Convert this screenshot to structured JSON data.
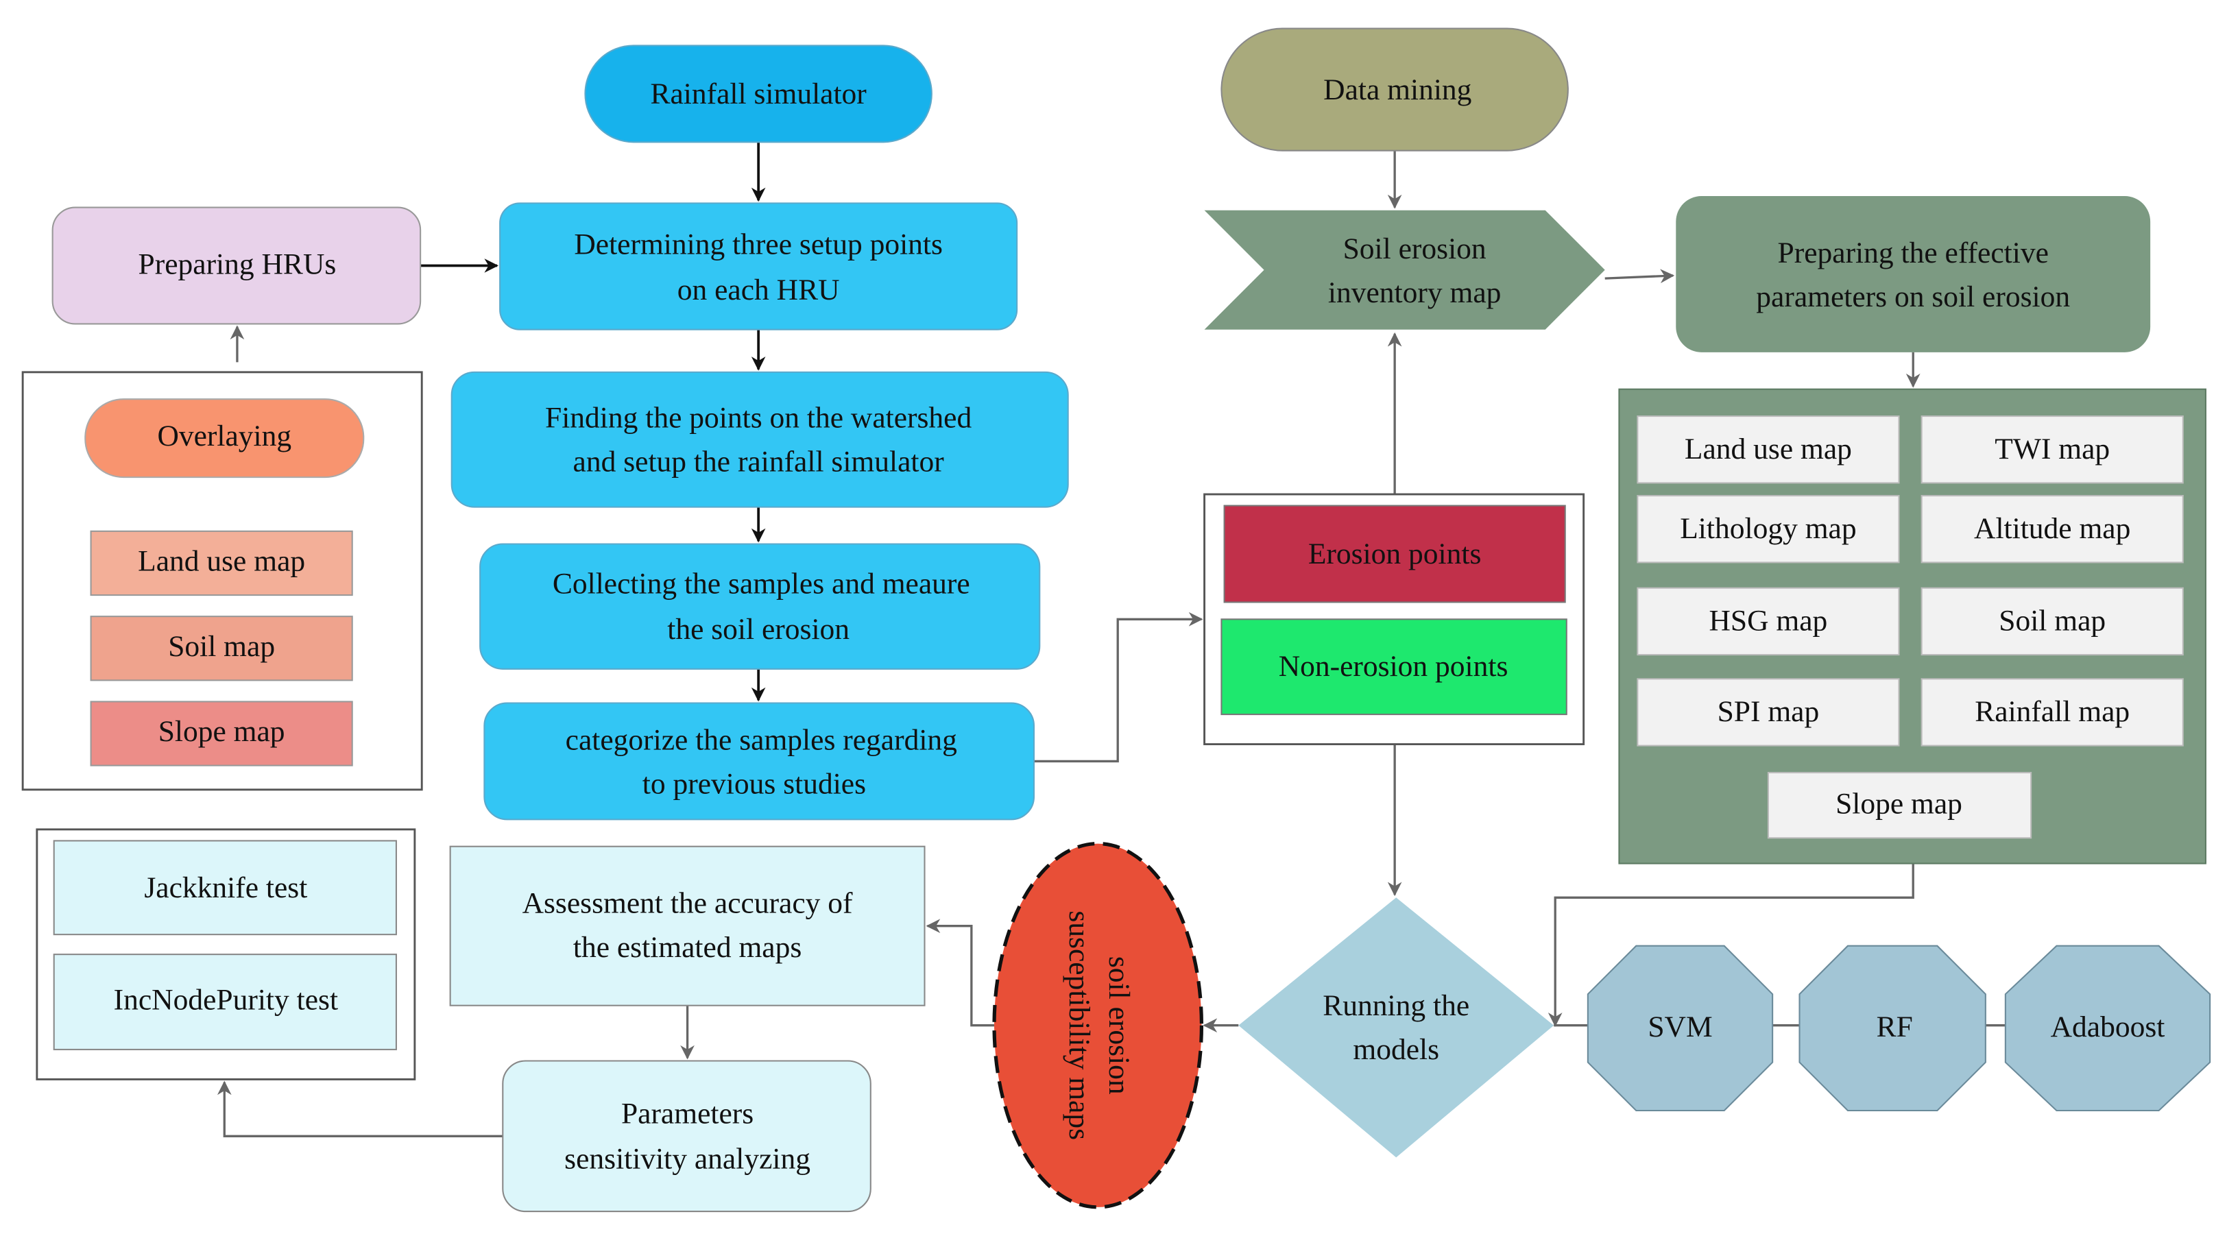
{
  "colors": {
    "rainfall": "#17b2ec",
    "blue_step": "#33c6f4",
    "hru": "#e8d2ea",
    "overlay": "#f8946f",
    "land": "#f3af98",
    "soil": "#efa38d",
    "slope": "#ec8d88",
    "datamining": "#a9aa7c",
    "greengray": "#7c9a82",
    "param_box": "#f2f2f2",
    "erosion": "#c1304a",
    "nonerosion": "#1ee86e",
    "diamond": "#a9d0dd",
    "octagon": "#a2c5d5",
    "ellipse": "#e84f37",
    "lightcyan": "#dcf6fa"
  },
  "nodes": {
    "rainfall_simulator": "Rainfall simulator",
    "determining": [
      "Determining three setup points",
      "on each HRU"
    ],
    "preparing_hrus": "Preparing HRUs",
    "overlaying": "Overlaying",
    "land_use_map": "Land use map",
    "soil_map": "Soil map",
    "slope_map": "Slope map",
    "finding": [
      "Finding the points on the watershed",
      "and setup the rainfall simulator"
    ],
    "collecting": [
      "Collecting the samples and meaure",
      "the soil erosion"
    ],
    "categorize": [
      "categorize the samples regarding",
      "to previous studies"
    ],
    "data_mining": "Data mining",
    "inventory": [
      "Soil erosion",
      "inventory map"
    ],
    "preparing_effective": [
      "Preparing the effective",
      "parameters on soil erosion"
    ],
    "parameters": [
      "Land use map",
      "TWI map",
      "Lithology map",
      "Altitude map",
      "HSG map",
      "Soil map",
      "SPI map",
      "Rainfall map",
      "Slope map"
    ],
    "erosion_points": "Erosion points",
    "non_erosion_points": "Non-erosion points",
    "running_models": [
      "Running the",
      "models"
    ],
    "models": [
      "SVM",
      "RF",
      "Adaboost"
    ],
    "susceptibility": [
      "soil erosion",
      "susceptibility maps"
    ],
    "assessment": [
      "Assessment the accuracy of",
      "the estimated  maps"
    ],
    "sensitivity": [
      "Parameters",
      "sensitivity analyzing"
    ],
    "jackknife": "Jackknife test",
    "incnodepurity": "IncNodePurity test"
  }
}
